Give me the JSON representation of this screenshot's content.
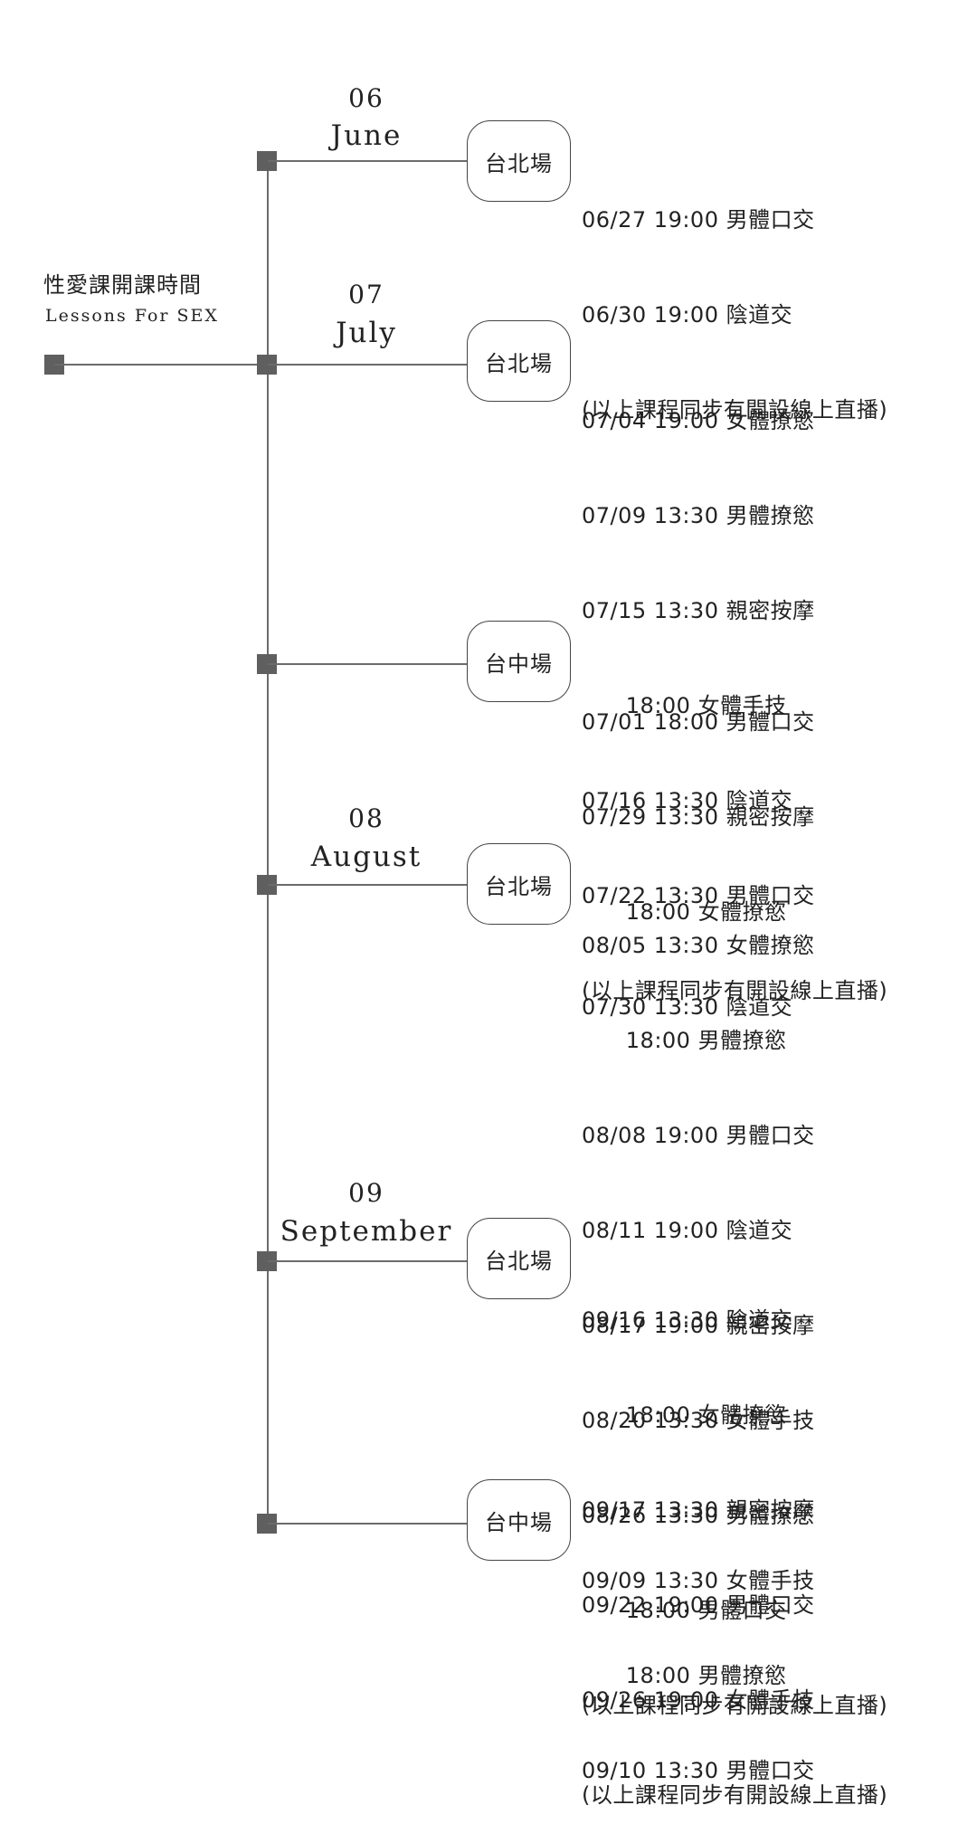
{
  "title": {
    "zh": "性愛課開課時間",
    "en": "Lessons For SEX"
  },
  "months": [
    {
      "num": "06",
      "name": "June"
    },
    {
      "num": "07",
      "name": "July"
    },
    {
      "num": "08",
      "name": "August"
    },
    {
      "num": "09",
      "name": "September"
    }
  ],
  "groups": [
    {
      "venue": "台北場",
      "lines": [
        "06/27 19:00 男體口交",
        "06/30 19:00 陰道交",
        "(以上課程同步有開設線上直播)"
      ]
    },
    {
      "venue": "台北場",
      "lines": [
        "07/04 19:00 女體撩慾",
        "07/09 13:30 男體撩慾",
        "07/15 13:30 親密按摩",
        "      18:00 女體手技",
        "07/16 13:30 陰道交",
        "07/22 13:30 男體口交",
        "(以上課程同步有開設線上直播)"
      ]
    },
    {
      "venue": "台中場",
      "lines": [
        "07/01 18:00 男體口交",
        "07/29 13:30 親密按摩",
        "      18:00 女體撩慾",
        "07/30 13:30 陰道交"
      ]
    },
    {
      "venue": "台北場",
      "lines": [
        "08/05 13:30 女體撩慾",
        "      18:00 男體撩慾",
        "08/08 19:00 男體口交",
        "08/11 19:00 陰道交",
        "08/17 19:00 親密按摩",
        "08/20 13:30 女體手技",
        "08/26 13:30 男體撩慾",
        "      18:00 男體口交",
        "(以上課程同步有開設線上直播)"
      ]
    },
    {
      "venue": "台北場",
      "lines": [
        "09/16 13:30 陰道交",
        "      18:00 女體撩慾",
        "09/17 13:30 親密按摩",
        "09/22 19:00 男體口交",
        "09/26 19:00 女體手技",
        "(以上課程同步有開設線上直播)"
      ]
    },
    {
      "venue": "台中場",
      "lines": [
        "09/09 13:30 女體手技",
        "      18:00 男體撩慾",
        "09/10 13:30 男體口交"
      ]
    }
  ],
  "colors": {
    "line": "#6b6b6b",
    "node": "#5f5f5f",
    "text": "#222222"
  }
}
